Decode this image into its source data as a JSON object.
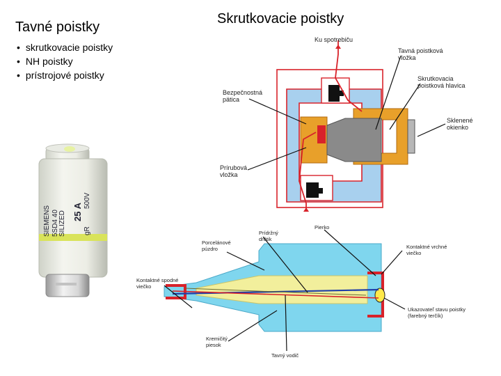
{
  "left": {
    "title": "Tavné poistky",
    "bullets": [
      "skrutkovacie poistky",
      "NH poistky",
      "prístrojové poistky"
    ]
  },
  "right": {
    "title": "Skrutkovacie poistky"
  },
  "fuse_photo": {
    "brand": "SIEMENS",
    "model1": "5SD4 40",
    "model2": "SILIZED",
    "voltage": "500V",
    "current": "25 A",
    "type": "gR"
  },
  "top_diagram": {
    "labels": {
      "to_consumer": "Ku spotrebiču",
      "fuse_insert": [
        "Tavná poistková",
        "vložka"
      ],
      "screw_cap": [
        "Skrutkovacia",
        "poistková hlavica"
      ],
      "safety_base": [
        "Bezpečnostná",
        "pätica"
      ],
      "glass_window": [
        "Sklenené",
        "okienko"
      ],
      "flange_insert": [
        "Prírubová",
        "vložka"
      ]
    }
  },
  "bottom_diagram": {
    "labels": {
      "holding_wire": [
        "Prídržný",
        "drôtik"
      ],
      "spring": "Pierko",
      "porcelain_body": [
        "Porcelánové",
        "púzdro"
      ],
      "top_contact_cap": [
        "Kontaktné vrchné",
        "viečko"
      ],
      "bottom_contact_cap": [
        "Kontaktné spodné",
        "viečko"
      ],
      "state_indicator": [
        "Ukazovateľ stavu poistky",
        "(farebný terčík)"
      ],
      "quartz_sand": [
        "Kremičitý",
        "piesok"
      ],
      "fuse_conductor": "Tavný vodič"
    }
  },
  "colors": {
    "outline_red": "#d8222a",
    "base_blue": "#a8d0ee",
    "cap_orange": "#e8a02a",
    "fuse_gray": "#8a8a8a",
    "body_cyan": "#7fd6ee",
    "sand_yellow": "#f2ef9c",
    "conductor_blue": "#1f3fa8",
    "label_line": "#111111"
  }
}
